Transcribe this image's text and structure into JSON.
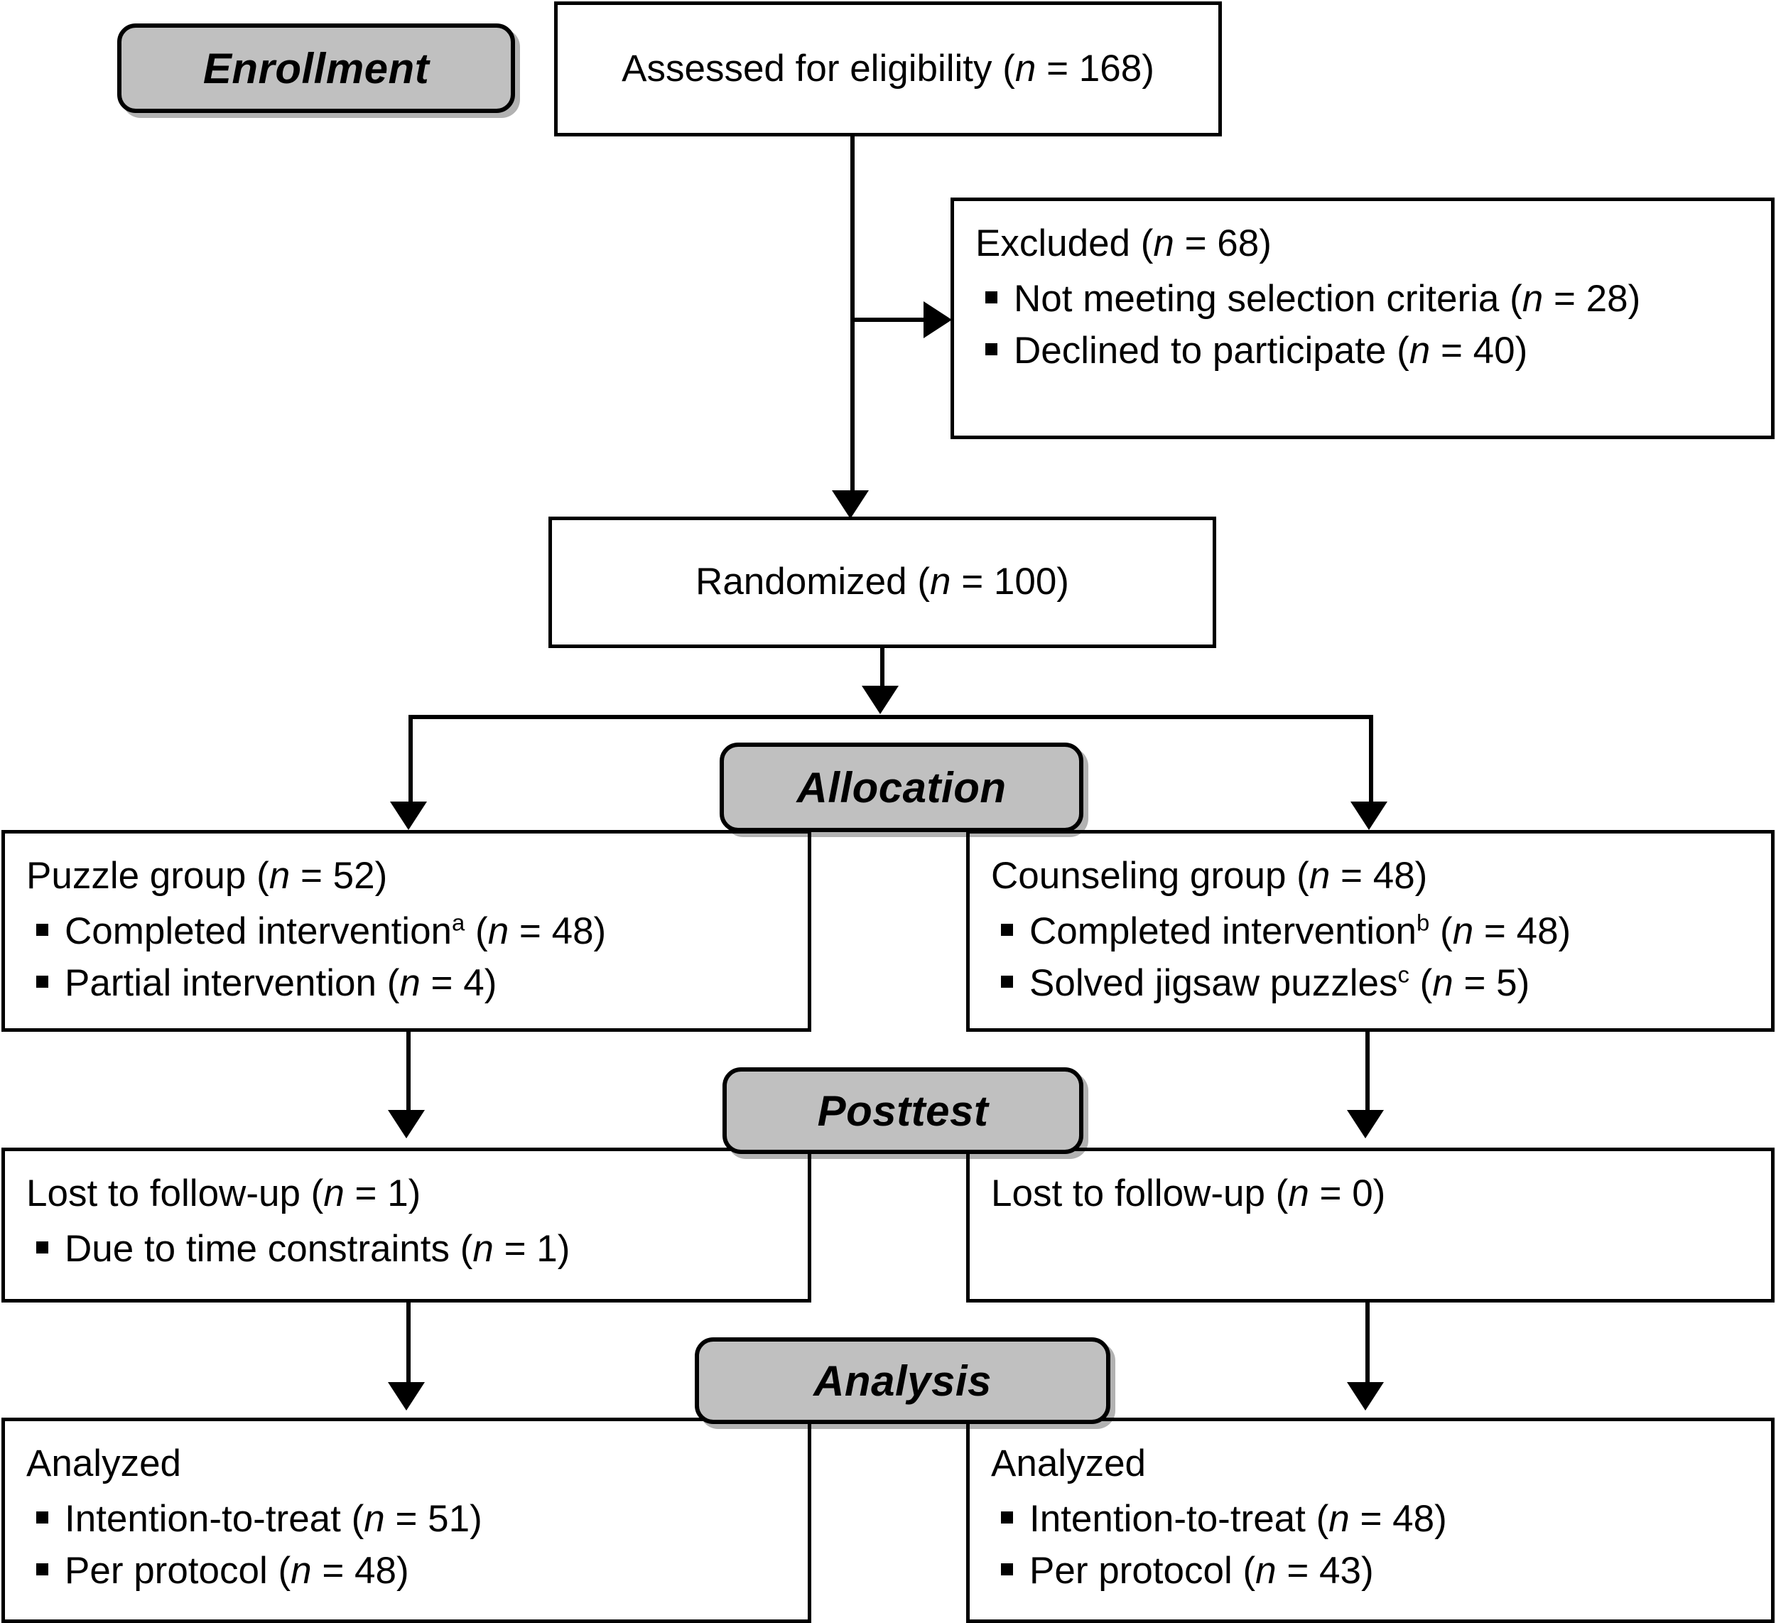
{
  "diagram": {
    "type": "consort-flow-diagram",
    "title": "CONSORT participant flow diagram",
    "colors": {
      "stage_label_fill": "#c0c0c0",
      "box_fill": "#ffffff",
      "line": "#000000"
    },
    "stages": [
      {
        "id": "enrollment",
        "label": "Enrollment"
      },
      {
        "id": "allocation",
        "label": "Allocation"
      },
      {
        "id": "posttest",
        "label": "Posttest"
      },
      {
        "id": "analysis",
        "label": "Analysis"
      }
    ],
    "nodes": {
      "assessed": {
        "title_plain": "Assessed for eligibility (n = 168)",
        "title_pre": "Assessed for eligibility (",
        "title_n": "n",
        "title_post": " = 168)",
        "count": 168
      },
      "excluded": {
        "title_pre": "Excluded (",
        "title_n": "n",
        "title_post": " = 68)",
        "count": 68,
        "items": [
          {
            "pre": "Not meeting selection criteria (",
            "n": "n",
            "post": " = 28)",
            "count": 28
          },
          {
            "pre": "Declined to participate (",
            "n": "n",
            "post": " = 40)",
            "count": 40
          }
        ]
      },
      "randomized": {
        "title_pre": "Randomized (",
        "title_n": "n",
        "title_post": " = 100)",
        "count": 100
      },
      "alloc_left": {
        "title_pre": "Puzzle group (",
        "title_n": "n",
        "title_post": " = 52)",
        "count": 52,
        "items": [
          {
            "pre": "Completed intervention",
            "sup": "a",
            "mid": " (",
            "n": "n",
            "post": " = 48)",
            "count": 48
          },
          {
            "pre": "Partial intervention",
            "sup": "",
            "mid": " (",
            "n": "n",
            "post": " = 4)",
            "count": 4
          }
        ]
      },
      "alloc_right": {
        "title_pre": "Counseling group (",
        "title_n": "n",
        "title_post": " = 48)",
        "count": 48,
        "items": [
          {
            "pre": "Completed intervention",
            "sup": "b",
            "mid": " (",
            "n": "n",
            "post": " = 48)",
            "count": 48
          },
          {
            "pre": "Solved jigsaw puzzles",
            "sup": "c",
            "mid": " (",
            "n": "n",
            "post": " = 5)",
            "count": 5
          }
        ]
      },
      "post_left": {
        "title_pre": "Lost to follow-up (",
        "title_n": "n",
        "title_post": " = 1)",
        "count": 1,
        "items": [
          {
            "pre": "Due to time constraints (",
            "n": "n",
            "post": " = 1)",
            "count": 1
          }
        ]
      },
      "post_right": {
        "title_pre": "Lost to follow-up (",
        "title_n": "n",
        "title_post": " = 0)",
        "count": 0,
        "items": []
      },
      "analysis_left": {
        "title_plain": "Analyzed",
        "items": [
          {
            "pre": "Intention-to-treat (",
            "n": "n",
            "post": " = 51)",
            "count": 51
          },
          {
            "pre": "Per protocol (",
            "n": "n",
            "post": " = 48)",
            "count": 48
          }
        ]
      },
      "analysis_right": {
        "title_plain": "Analyzed",
        "items": [
          {
            "pre": "Intention-to-treat (",
            "n": "n",
            "post": " = 48)",
            "count": 48
          },
          {
            "pre": "Per protocol (",
            "n": "n",
            "post": " = 43)",
            "count": 43
          }
        ]
      }
    }
  }
}
